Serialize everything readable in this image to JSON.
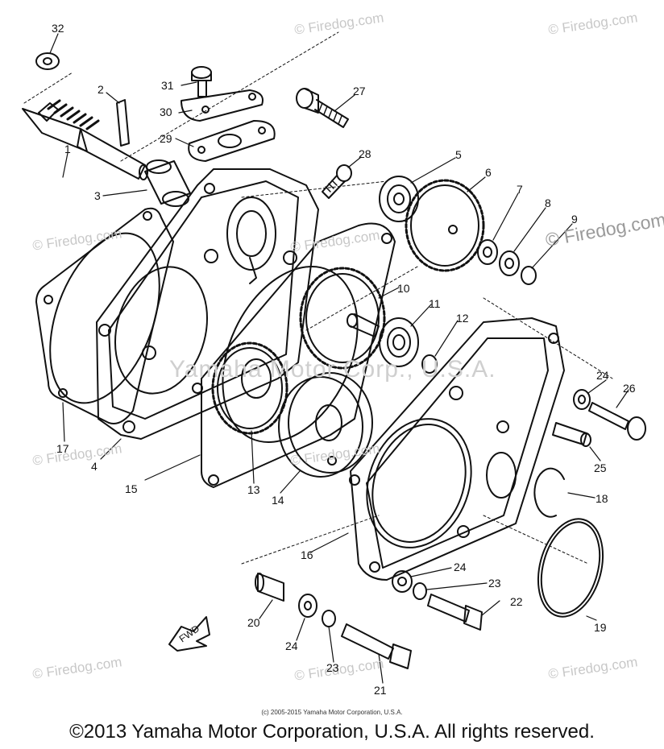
{
  "watermark_text": "© Firedog.com",
  "watermark_prominent": "© Firedog.com",
  "center_watermark": "Yamaha Motor Corp., U.S.A.",
  "fwd_label": "FWD",
  "small_copyright": "(c) 2005-2015 Yamaha Motor Corporation, U.S.A.",
  "footer_copyright": "©2013 Yamaha Motor Corporation, U.S.A. All rights reserved.",
  "callouts": [
    "32",
    "2",
    "31",
    "30",
    "29",
    "27",
    "28",
    "5",
    "6",
    "7",
    "8",
    "9",
    "3",
    "1",
    "10",
    "11",
    "12",
    "24",
    "26",
    "17",
    "4",
    "15",
    "13",
    "14",
    "25",
    "18",
    "16",
    "24",
    "23",
    "22",
    "20",
    "24",
    "23",
    "21",
    "19"
  ],
  "colors": {
    "line": "#111111",
    "watermark": "#c8c8c8"
  }
}
